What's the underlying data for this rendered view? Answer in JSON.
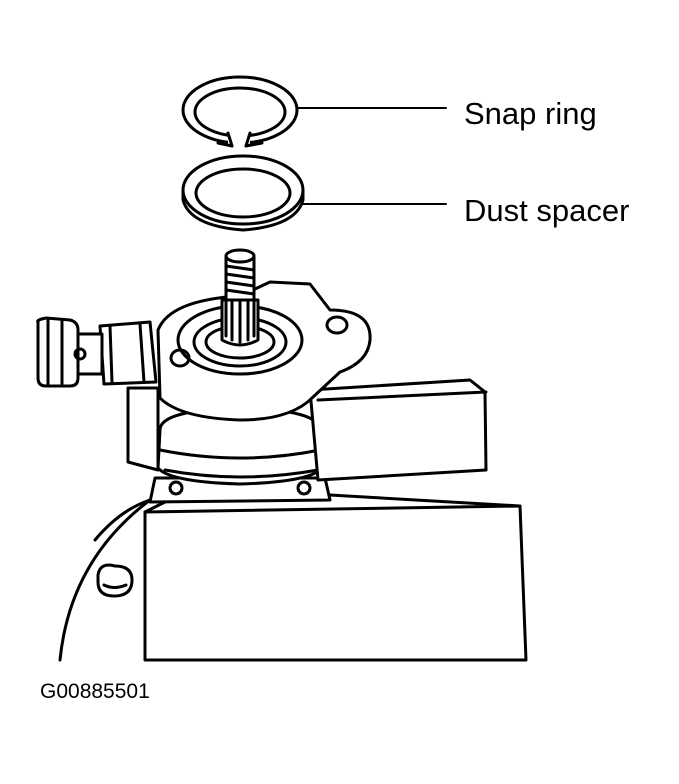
{
  "labels": {
    "snap_ring": "Snap ring",
    "dust_spacer": "Dust spacer",
    "figure_id": "G00885501"
  },
  "colors": {
    "ink": "#000000",
    "paper": "#ffffff"
  }
}
